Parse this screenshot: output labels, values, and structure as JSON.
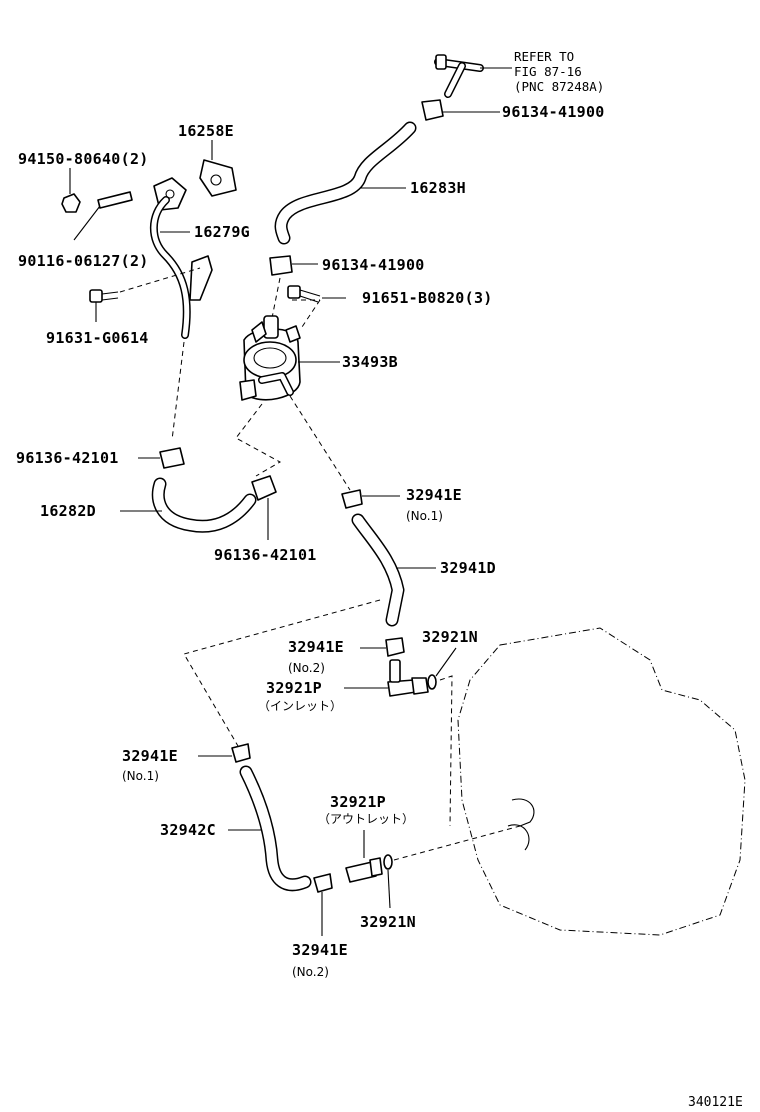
{
  "refer": {
    "line1": "REFER TO",
    "line2": "FIG 87-16",
    "line3": "(PNC 87248A)"
  },
  "labels": {
    "p16258E": "16258E",
    "p94150": "94150-80640(2)",
    "p90116": "90116-06127(2)",
    "p16279G": "16279G",
    "p91631": "91631-G0614",
    "p96134_a": "96134-41900",
    "p16283H": "16283H",
    "p96134_b": "96134-41900",
    "p91651": "91651-B0820(3)",
    "p33493B": "33493B",
    "p96136_a": "96136-42101",
    "p16282D": "16282D",
    "p96136_b": "96136-42101",
    "p32941E_1": "32941E",
    "p32941E_1_note": "(No.1)",
    "p32941D": "32941D",
    "p32941E_2": "32941E",
    "p32941E_2_note": "(No.2)",
    "p32921N_a": "32921N",
    "p32921P_in": "32921P",
    "p32921P_in_note": "（インレット）",
    "p32941E_3": "32941E",
    "p32941E_3_note": "(No.1)",
    "p32921P_out": "32921P",
    "p32921P_out_note": "（アウトレット）",
    "p32942C": "32942C",
    "p32921N_b": "32921N",
    "p32941E_4": "32941E",
    "p32941E_4_note": "(No.2)"
  },
  "figure_code": "340121E"
}
